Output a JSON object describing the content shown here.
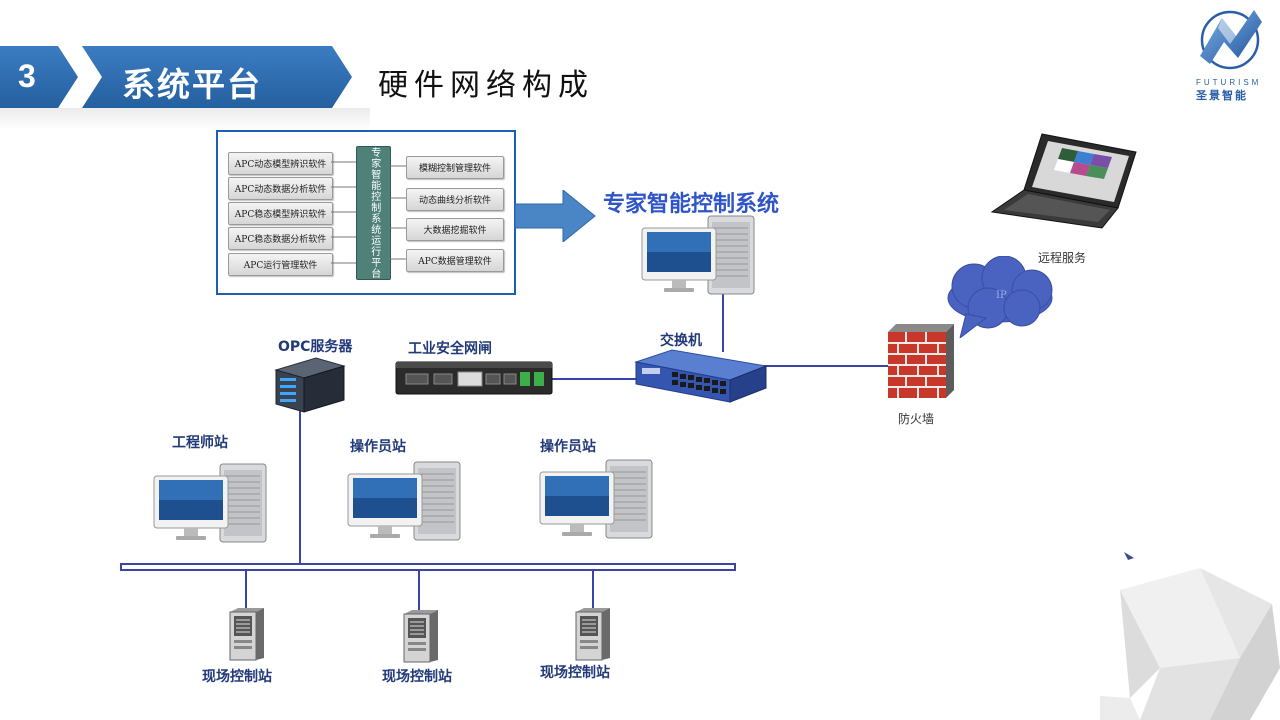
{
  "header": {
    "section_number": "3",
    "section_title": "系统平台",
    "subtitle": "硬件网络构成"
  },
  "logo": {
    "brand_en": "FUTURISM",
    "brand_cn": "圣景智能"
  },
  "software_panel": {
    "left_items": [
      "APC动态模型辨识软件",
      "APC动态数据分析软件",
      "APC稳态模型辨识软件",
      "APC稳态数据分析软件",
      "APC运行管理软件"
    ],
    "center_label": "专家智能控制系统运行平台",
    "right_items": [
      "模糊控制管理软件",
      "动态曲线分析软件",
      "大数据挖掘软件",
      "APC数据管理软件"
    ]
  },
  "nodes": {
    "expert_system": "专家智能控制系统",
    "remote_service": "远程服务",
    "cloud": "IP",
    "switch": "交换机",
    "firewall": "防火墙",
    "opc_server": "OPC服务器",
    "security_gateway": "工业安全网闸",
    "engineer_station": "工程师站",
    "operator_station_1": "操作员站",
    "operator_station_2": "操作员站",
    "field_station_1": "现场控制站",
    "field_station_2": "现场控制站",
    "field_station_3": "现场控制站"
  },
  "colors": {
    "header_blue": "#2f6fb5",
    "line_blue": "#3a44a8",
    "label_navy": "#223a7a",
    "title_blue": "#2f55c8",
    "panel_blue": "#1d5fb5",
    "arrow_blue": "#4a86c6"
  }
}
